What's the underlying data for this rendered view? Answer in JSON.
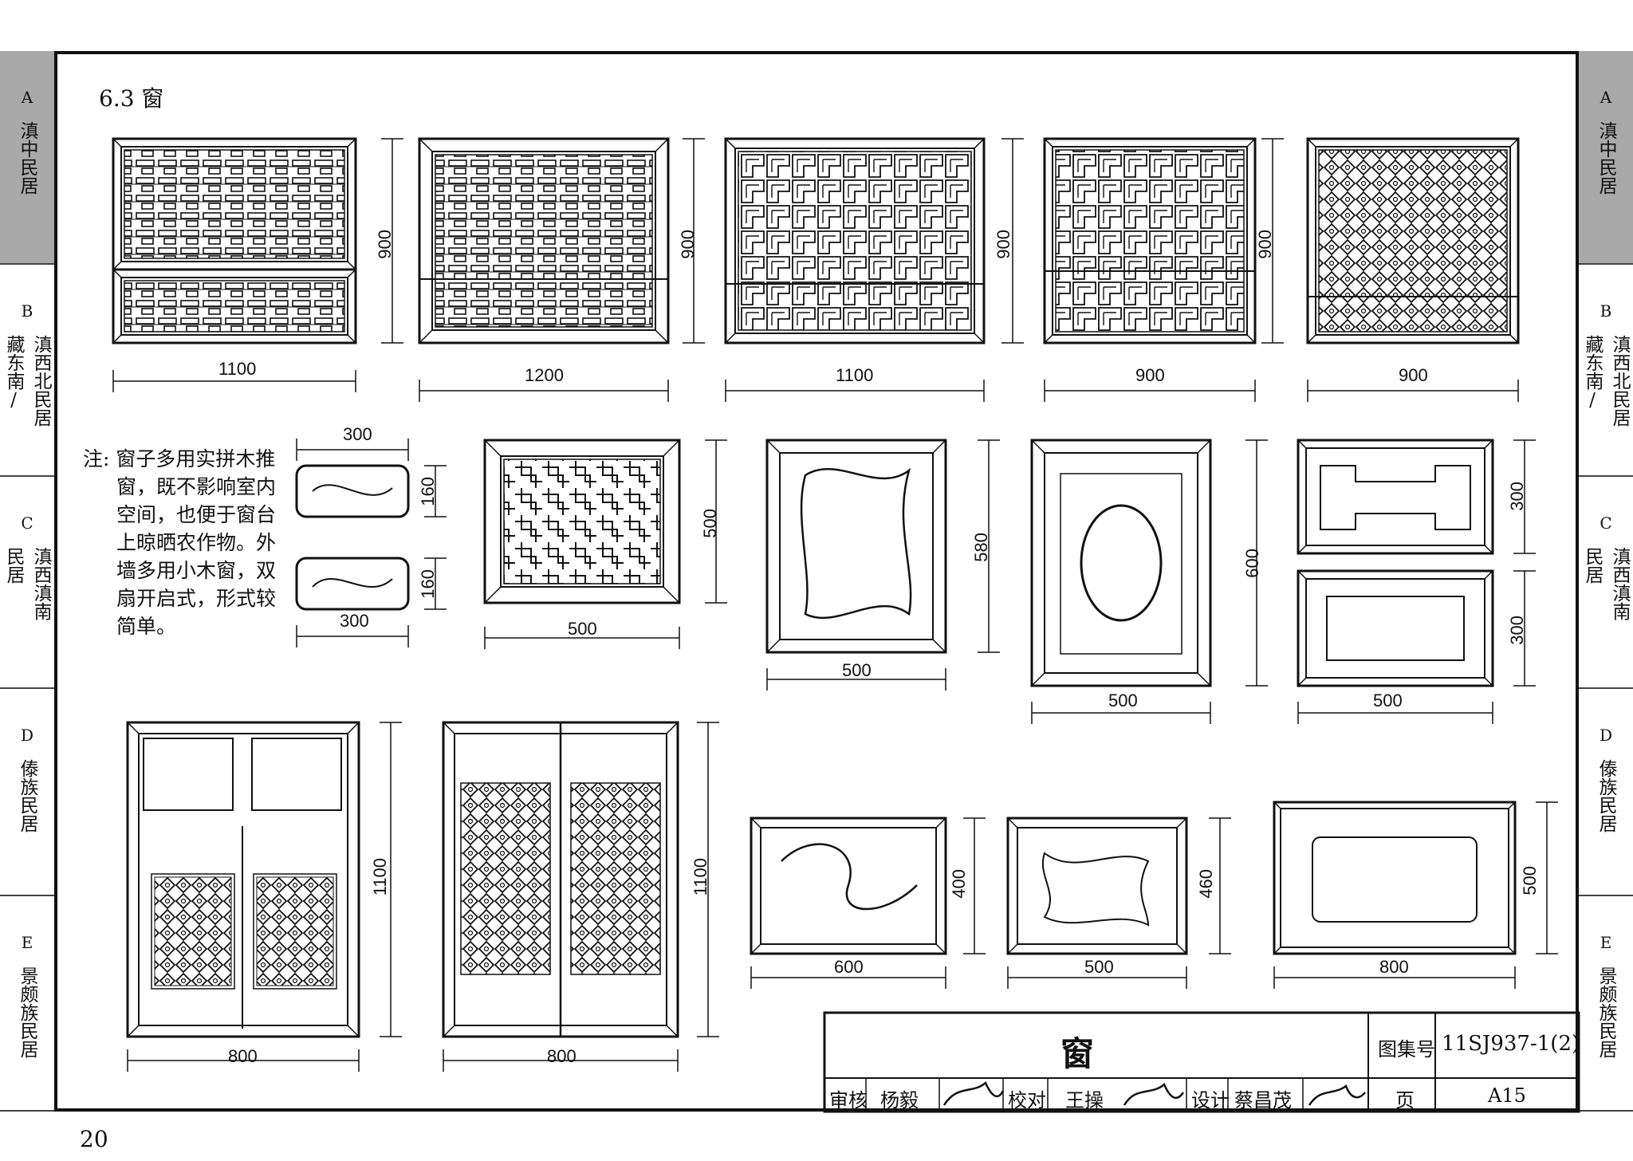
{
  "page_number": "20",
  "section_title": "6.3 窗",
  "side_tabs": [
    {
      "letter": "A",
      "lines": [
        "滇中民居"
      ],
      "active": true
    },
    {
      "letter": "B",
      "lines": [
        "滇西北民居",
        "藏东南/"
      ],
      "active": false
    },
    {
      "letter": "C",
      "lines": [
        "滇西滇南",
        "民居"
      ],
      "active": false
    },
    {
      "letter": "D",
      "lines": [
        "傣族民居"
      ],
      "active": false
    },
    {
      "letter": "E",
      "lines": [
        "景颇族民居"
      ],
      "active": false
    }
  ],
  "note": "注: 窗子多用实拼木推窗，既不影响室内空间，也便于窗台上晾晒农作物。外墙多用小木窗，双扇开启式，形式较简单。",
  "dimensions": {
    "row1": {
      "w1": "1100",
      "h1": "900",
      "w2": "1200",
      "h2": "900",
      "w3": "1100",
      "h3": "900",
      "w4": "900",
      "h4": "900",
      "w5": "900"
    },
    "small": {
      "w_top": "300",
      "h_top": "160",
      "h_bot": "160",
      "w_bot": "300"
    },
    "row2": {
      "w1": "500",
      "h1": "500",
      "w2": "500",
      "h2": "580",
      "w3": "500",
      "h3": "600",
      "w4": "500",
      "h4a": "300",
      "h4b": "300"
    },
    "row3": {
      "w1": "800",
      "h1": "1100",
      "w2": "800",
      "h2": "1100",
      "w3": "600",
      "h3": "400",
      "w4": "500",
      "h4": "460",
      "w5": "800",
      "h5": "500"
    }
  },
  "title_block": {
    "drawing_title": "窗",
    "atlas_label": "图集号",
    "atlas_number": "11SJ937-1(2)",
    "review_label": "审核",
    "reviewer": "杨毅",
    "check_label": "校对",
    "checker": "王操",
    "design_label": "设计",
    "designer": "蔡昌茂",
    "page_label": "页",
    "page_code": "A15"
  }
}
